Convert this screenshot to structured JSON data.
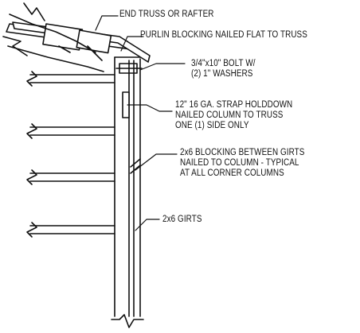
{
  "callouts": {
    "end_truss": [
      "END TRUSS OR RAFTER"
    ],
    "purlin_blocking": [
      "PURLIN BLOCKING NAILED FLAT TO TRUSS"
    ],
    "bolt": [
      "3/4\"x10\" BOLT W/",
      "(2) 1\" WASHERS"
    ],
    "strap": [
      "12\" 16 GA. STRAP HOLDDOWN",
      "NAILED COLUMN TO TRUSS",
      "ONE (1) SIDE ONLY"
    ],
    "blocking": [
      "2x6 BLOCKING BETWEEN GIRTS",
      "NAILED TO COLUMN - TYPICAL",
      "AT ALL CORNER COLUMNS"
    ],
    "girts": [
      "2x6 GIRTS"
    ]
  },
  "colors": {
    "line": "#111111",
    "background": "#ffffff"
  }
}
